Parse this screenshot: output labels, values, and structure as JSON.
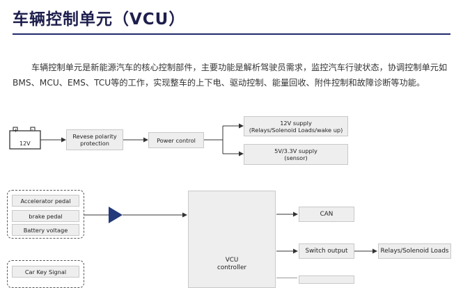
{
  "header": {
    "title": "车辆控制单元（VCU）"
  },
  "intro": {
    "text": "车辆控制单元是新能源汽车的核心控制部件，主要功能是解析驾驶员需求，监控汽车行驶状态，协调控制单元如BMS、MCU、EMS、TCU等的工作，实现整车的上下电、驱动控制、能量回收、附件控制和故障诊断等功能。"
  },
  "diagram": {
    "battery": {
      "label": "12V",
      "plus": "+",
      "minus": "-"
    },
    "polarity": {
      "line1": "Revese polarity",
      "line2": "protection"
    },
    "power_control": "Power control",
    "supply_12v": {
      "line1": "12V supply",
      "line2": "(Relays/Solenoid Loads/wake up)"
    },
    "supply_5v": {
      "line1": "5V/3.3V supply",
      "line2": "(sensor)"
    },
    "inputs": [
      "Accelerator pedal",
      "brake pedal",
      "Battery voltage"
    ],
    "inputs2": [
      "Car Key Signal"
    ],
    "vcu": {
      "line1": "VCU",
      "line2": "controller"
    },
    "can": "CAN",
    "switch_output": "Switch output",
    "relays": "Relays/Solenoid Loads"
  },
  "colors": {
    "title": "#1e1f4d",
    "rule": "#1e2a6e",
    "box_fill": "#eeeeee",
    "buffer_triangle": "#243a7a"
  }
}
